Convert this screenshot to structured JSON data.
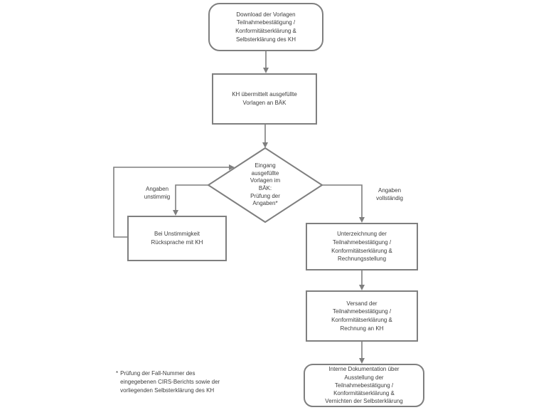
{
  "diagram": {
    "title_hint": "Prozess Teilnahmebestätigung KH / BÄK Flussdiagramm",
    "colors": {
      "line": "#7f7f7f",
      "text": "#3d3d3d",
      "background": "#ffffff"
    },
    "nodes": {
      "download": {
        "shape": "rounded-rectangle",
        "text": "Download der Vorlagen\nTeilnahmebestätigung /\nKonformitätserklärung &\nSelbsterklärung des KH"
      },
      "uebermittelt": {
        "shape": "rectangle",
        "text": "KH übermittelt ausgefüllte\nVorlagen an BÄK"
      },
      "eingang": {
        "shape": "diamond",
        "text": "Eingang\nausgefüllte\nVorlagen im\nBÄK:\nPrüfung der\nAngaben*"
      },
      "ruecksprache": {
        "shape": "rectangle",
        "text": "Bei Unstimmigkeit\nRücksprache mit KH"
      },
      "unterzeichnung": {
        "shape": "rectangle",
        "text": "Unterzeichnung der\nTeilnahmebestätigung /\nKonformitätserklärung &\nRechnungsstellung"
      },
      "versand": {
        "shape": "rectangle",
        "text": "Versand der\nTeilnahmebestätigung /\nKonformitätserklärung &\nRechnung an KH"
      },
      "dokumentation": {
        "shape": "rounded-rectangle",
        "text": "Interne Dokumentation über\nAusstellung der\nTeilnahmebestätigung /\nKonformitätserklärung &\nVernichten der Selbsterklärung"
      }
    },
    "edge_labels": {
      "unstimmig": "Angaben\nunstimmig",
      "vollstaendig": "Angaben\nvollständig"
    },
    "footnote": {
      "marker": "*",
      "text": "Prüfung der Fall-Nummer des\neingegebenen CIRS-Berichts sowie der\nvorliegenden Selbsterklärung des KH"
    }
  }
}
